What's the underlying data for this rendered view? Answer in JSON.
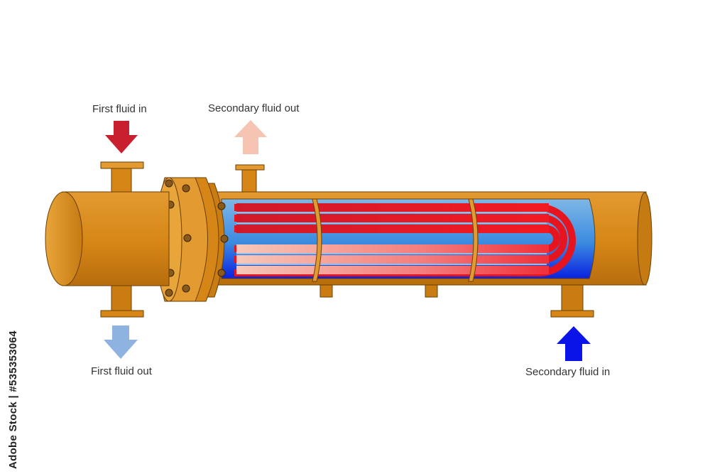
{
  "labels": {
    "first_fluid_in": "First fluid in",
    "secondary_fluid_out": "Secondary fluid out",
    "first_fluid_out": "First fluid out",
    "secondary_fluid_in": "Secondary fluid in"
  },
  "watermark": "Adobe Stock | #535353064",
  "colors": {
    "shell": "#d98a1e",
    "shell_dark": "#b56d12",
    "first_in_arrow": "#c8202f",
    "secondary_out_arrow": "#f6c4b2",
    "first_out_arrow": "#8fb3e0",
    "secondary_in_arrow": "#0a14e8"
  },
  "icons": [
    "arrow-down-icon",
    "arrow-up-icon"
  ]
}
